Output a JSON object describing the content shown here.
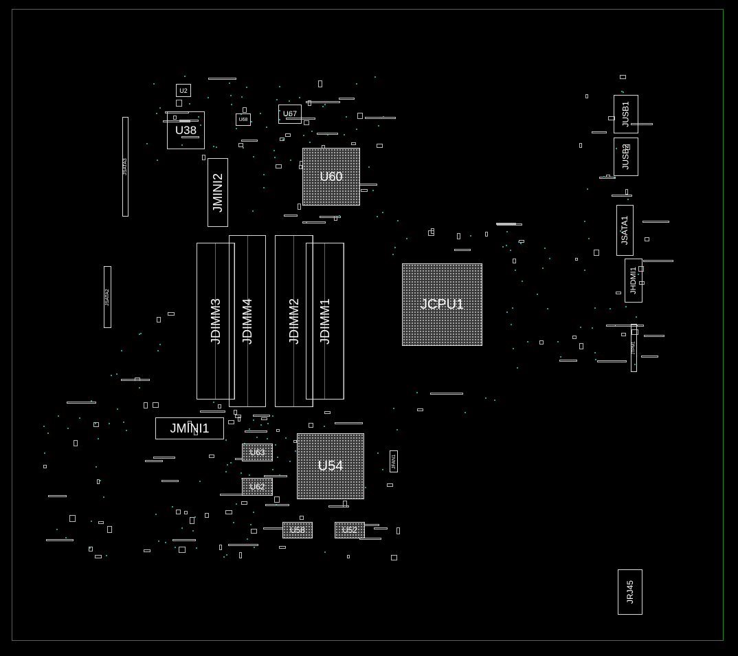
{
  "board": {
    "outline_color": "#1f8a1f",
    "components": {
      "u2": "U2",
      "u38": "U38",
      "u68": "U68",
      "u67": "U67",
      "u60": "U60",
      "jsata3": "JSATA3",
      "jmini2": "JMINI2",
      "jdimm3": "JDIMM3",
      "jdimm4": "JDIMM4",
      "jdimm2": "JDIMM2",
      "jdimm1": "JDIMM1",
      "jsata2": "JSATA2",
      "jcpu1": "JCPU1",
      "jusb1": "JUSB1",
      "jusb2": "JUSB2",
      "jsata1": "JSATA1",
      "jhdmi1": "JHDMI1",
      "jtpm1": "JTPM1",
      "jmini1": "JMINI1",
      "u63": "U63",
      "u62": "U62",
      "u54": "U54",
      "jfan1": "JFAN1",
      "u58": "U58",
      "u52": "U52",
      "jrj45": "JRJ45"
    }
  }
}
